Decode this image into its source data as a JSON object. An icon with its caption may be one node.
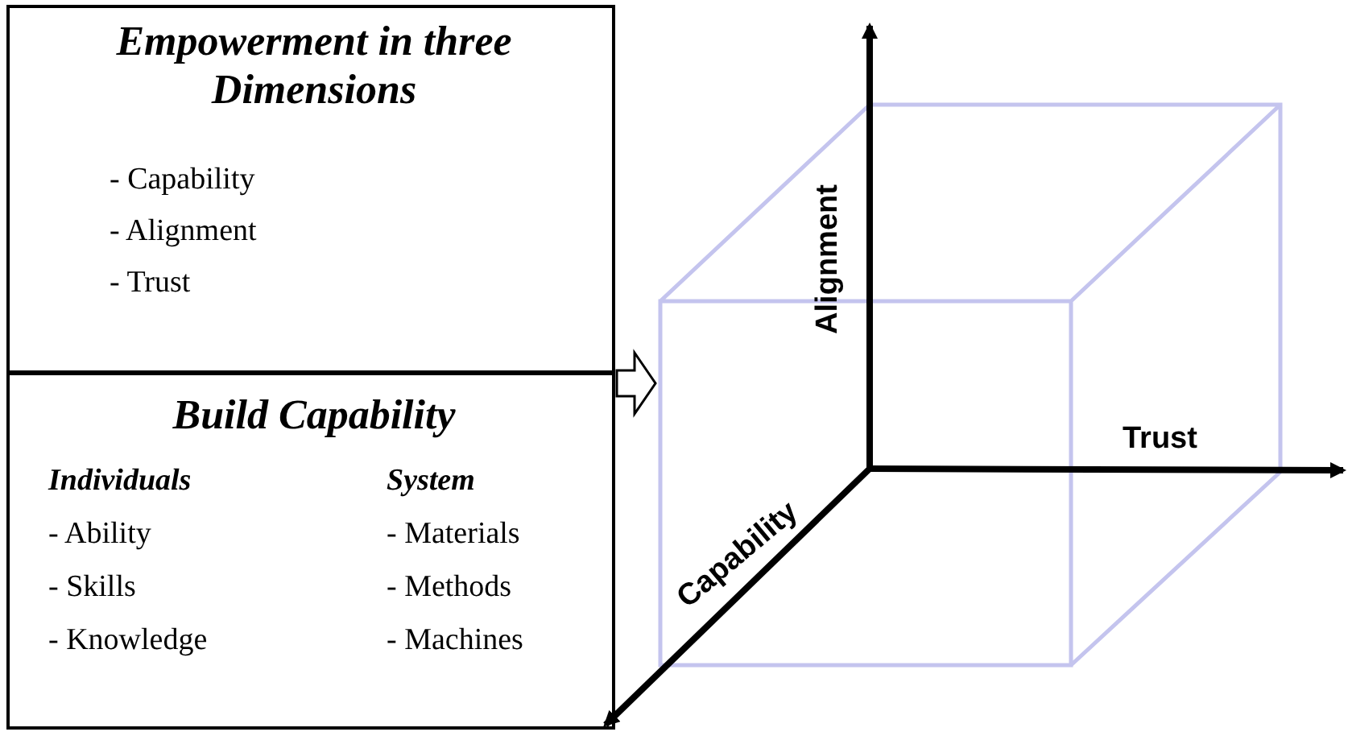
{
  "diagram": {
    "nodes": [
      {
        "text": [
          "Empowerment in three Dimensions",
          "- Capability",
          "- Alignment",
          "- Trust"
        ]
      },
      {
        "text": [
          "Build Capability",
          "Individuals",
          "- Ability",
          "- Skills",
          "- Knowledge",
          "System",
          "- Materials",
          "- Methods",
          "- Machines"
        ]
      },
      {
        "text": [],
        "shape": "cube"
      }
    ],
    "edges": [
      {
        "from": 0,
        "to": 2,
        "arrow": "to"
      }
    ],
    "labels": [
      "Alignment",
      "Trust",
      "Capability"
    ]
  }
}
